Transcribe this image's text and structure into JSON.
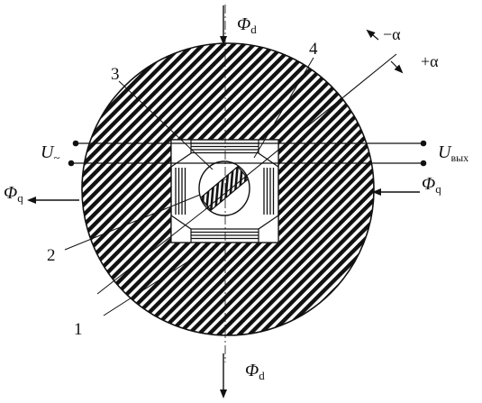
{
  "labels": {
    "phi_d_top": "Φ",
    "phi_d_top_sub": "d",
    "phi_d_bottom": "Φ",
    "phi_d_bottom_sub": "d",
    "phi_q_left": "Φ",
    "phi_q_left_sub": "q",
    "phi_q_right": "Φ",
    "phi_q_right_sub": "q",
    "u_in": "U",
    "u_in_sub": "~",
    "u_out": "U",
    "u_out_sub": "вых",
    "minus_alpha": "−α",
    "plus_alpha": "+α",
    "n1": "1",
    "n2": "2",
    "n3": "3",
    "n4": "4"
  },
  "colors": {
    "ink": "#111111",
    "background": "#ffffff"
  }
}
